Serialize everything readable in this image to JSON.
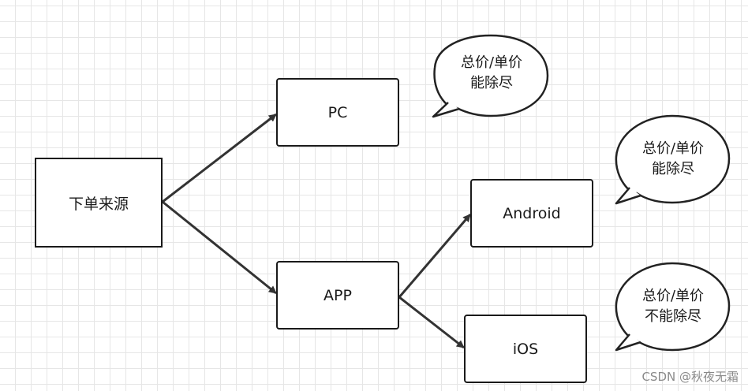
{
  "nodes": {
    "source": "下单来源",
    "pc": "PC",
    "app": "APP",
    "android": "Android",
    "ios": "iOS"
  },
  "callouts": {
    "pc": {
      "line1": "总价/单价",
      "line2": "能除尽"
    },
    "android": {
      "line1": "总价/单价",
      "line2": "能除尽"
    },
    "ios": {
      "line1": "总价/单价",
      "line2": "不能除尽"
    }
  },
  "watermark": "CSDN @秋夜无霜"
}
